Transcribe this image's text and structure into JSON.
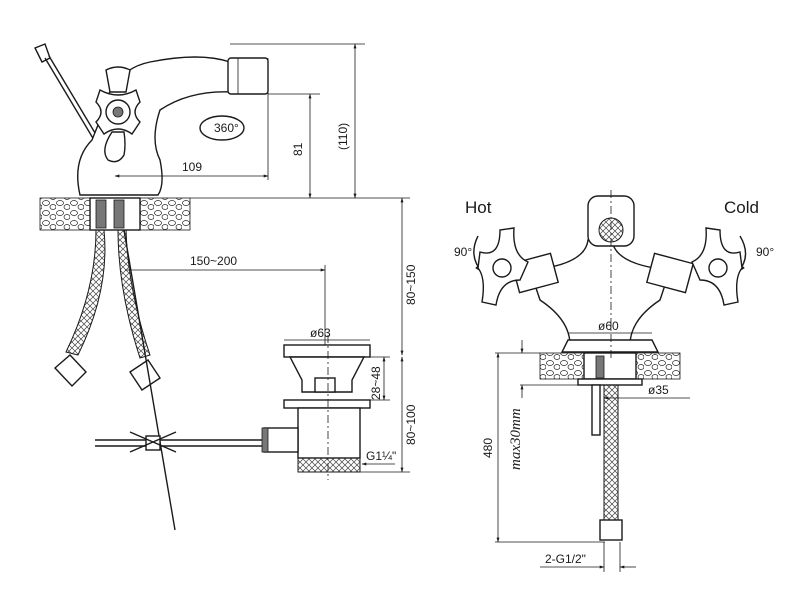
{
  "side_view": {
    "rotation": "360°",
    "spout_reach": "109",
    "height_81": "81",
    "height_110": "(110)",
    "rod_range": "150~200",
    "deck_to_drain": "80~150",
    "drain_diameter": "ø63",
    "deck_thickness": "28~48",
    "drain_length": "80~100",
    "drain_thread": "G1¼\""
  },
  "front_view": {
    "hot_label": "Hot",
    "cold_label": "Cold",
    "hot_rotation": "90°",
    "cold_rotation": "90°",
    "base_diameter": "ø60",
    "hole_diameter": "ø35",
    "hose_length": "480",
    "max_thickness": "max30mm",
    "hose_thread": "2-G1/2\""
  }
}
